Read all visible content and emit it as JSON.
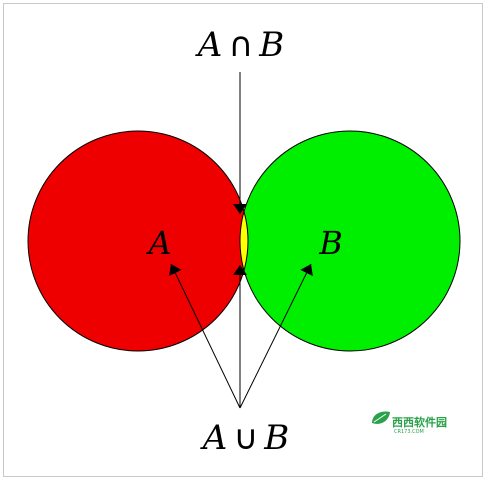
{
  "diagram": {
    "top_label": {
      "left": "A",
      "op": "∩",
      "right": "B"
    },
    "bottom_label": {
      "left": "A",
      "op": "∪",
      "right": "B"
    },
    "set_a_label": "A",
    "set_b_label": "B",
    "colors": {
      "set_a": "#ee0000",
      "set_b": "#00ee00",
      "intersection": "#ffff00",
      "outline": "#000000",
      "frame": "#c8c8c8",
      "background": "#ffffff"
    }
  },
  "watermark": {
    "brand": "西西软件园",
    "domain": "CR173.COM",
    "color": "#2aa24a",
    "icon": "leaf-logo-icon"
  }
}
